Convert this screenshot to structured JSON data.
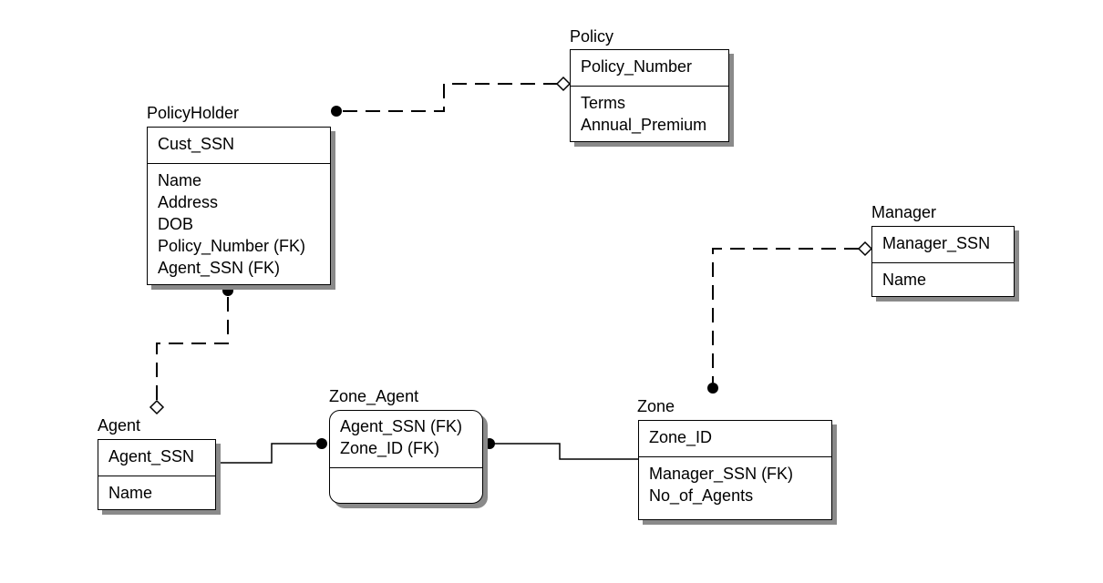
{
  "entities": {
    "policy": {
      "name": "Policy",
      "key_attributes": [
        "Policy_Number"
      ],
      "attributes": [
        "Terms",
        "Annual_Premium"
      ]
    },
    "policyholder": {
      "name": "PolicyHolder",
      "key_attributes": [
        "Cust_SSN"
      ],
      "attributes": [
        "Name",
        "Address",
        "DOB",
        "Policy_Number (FK)",
        "Agent_SSN (FK)"
      ]
    },
    "manager": {
      "name": "Manager",
      "key_attributes": [
        "Manager_SSN"
      ],
      "attributes": [
        "Name"
      ]
    },
    "agent": {
      "name": "Agent",
      "key_attributes": [
        "Agent_SSN"
      ],
      "attributes": [
        "Name"
      ]
    },
    "zone_agent": {
      "name": "Zone_Agent",
      "key_attributes": [
        "Agent_SSN (FK)",
        "Zone_ID (FK)"
      ],
      "attributes": []
    },
    "zone": {
      "name": "Zone",
      "key_attributes": [
        "Zone_ID"
      ],
      "attributes": [
        "Manager_SSN (FK)",
        "No_of_Agents"
      ]
    }
  },
  "relationships": [
    {
      "name": "policy-policyholder",
      "from": "Policy",
      "to": "PolicyHolder",
      "identifying": false
    },
    {
      "name": "agent-policyholder",
      "from": "Agent",
      "to": "PolicyHolder",
      "identifying": false
    },
    {
      "name": "manager-zone",
      "from": "Manager",
      "to": "Zone",
      "identifying": false
    },
    {
      "name": "agent-zone_agent",
      "from": "Agent",
      "to": "Zone_Agent",
      "identifying": true
    },
    {
      "name": "zone-zone_agent",
      "from": "Zone",
      "to": "Zone_Agent",
      "identifying": true
    }
  ],
  "colors": {
    "line": "#000000",
    "shadow": "#8a8a8a",
    "background": "#ffffff"
  }
}
